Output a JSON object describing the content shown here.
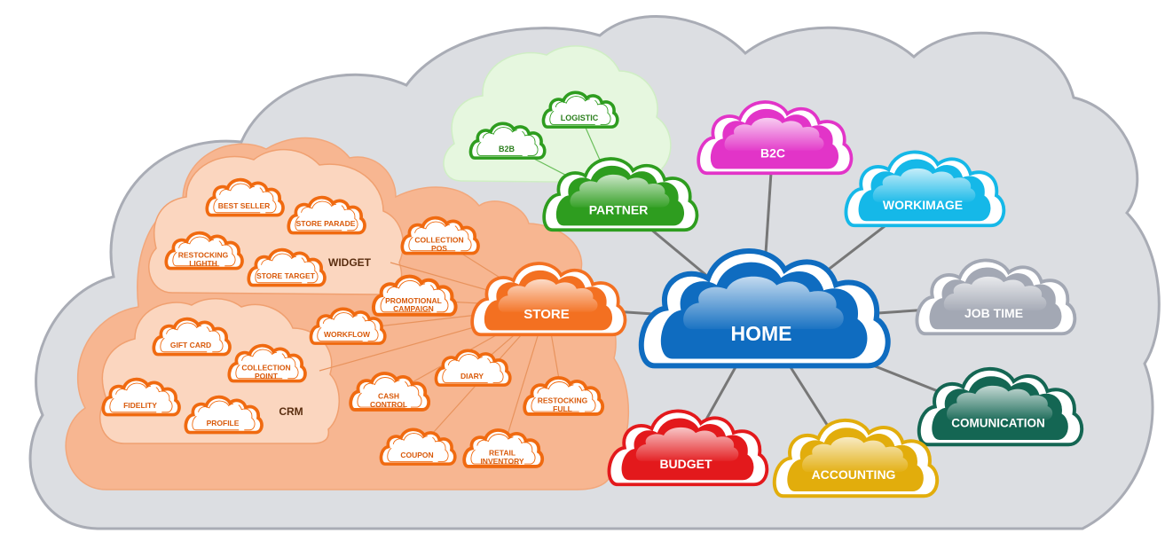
{
  "diagram": {
    "nodes": {
      "home": {
        "label": "HOME",
        "color": "#0f6cc0"
      },
      "store": {
        "label": "STORE",
        "color": "#f37021"
      },
      "partner": {
        "label": "PARTNER",
        "color": "#2e9d1f"
      },
      "b2c": {
        "label": "B2C",
        "color": "#e234c8"
      },
      "workimage": {
        "label": "WORKIMAGE",
        "color": "#15b8e8"
      },
      "job_time": {
        "label": "JOB TIME",
        "color": "#a3a8b4"
      },
      "comunication": {
        "label": "COMUNICATION",
        "color": "#146653"
      },
      "accounting": {
        "label": "ACCOUNTING",
        "color": "#e2ad0c"
      },
      "budget": {
        "label": "BUDGET",
        "color": "#e3191c"
      },
      "logistic": {
        "label": "LOGISTIC"
      },
      "b2b": {
        "label": "B2B"
      },
      "best_seller": {
        "label": "BEST SELLER"
      },
      "store_parade": {
        "label": "STORE PARADE"
      },
      "restocking_lighth": {
        "label": "RESTOCKING LIGHTH",
        "lines": [
          "RESTOCKING",
          "LIGHTH"
        ]
      },
      "store_target": {
        "label": "STORE TARGET"
      },
      "collection_pos": {
        "label": "COLLECTION POS",
        "lines": [
          "COLLECTION",
          "POS"
        ]
      },
      "promotional_campaign": {
        "label": "PROMOTIONAL CAMPAIGN",
        "lines": [
          "PROMOTIONAL",
          "CAMPAIGN"
        ]
      },
      "workflow": {
        "label": "WORKFLOW"
      },
      "gift_card": {
        "label": "GIFT CARD"
      },
      "collection_point": {
        "label": "COLLECTION POINT",
        "lines": [
          "COLLECTION",
          "POINT"
        ]
      },
      "fidelity": {
        "label": "FIDELITY"
      },
      "profile": {
        "label": "PROFILE"
      },
      "cash_control": {
        "label": "CASH CONTROL",
        "lines": [
          "CASH",
          "CONTROL"
        ]
      },
      "diary": {
        "label": "DIARY"
      },
      "restocking_full": {
        "label": "RESTOCKING FULL",
        "lines": [
          "RESTOCKING",
          "FULL"
        ]
      },
      "coupon": {
        "label": "COUPON"
      },
      "retail_inventory": {
        "label": "RETAIL INVENTORY",
        "lines": [
          "RETAIL",
          "INVENTORY"
        ]
      }
    },
    "groups": {
      "widget": {
        "label": "WIDGET"
      },
      "crm": {
        "label": "CRM"
      }
    },
    "colors": {
      "background_cloud": "#dcdee2",
      "background_cloud_outline": "#a9acb5",
      "store_group_fill": "#f7b691",
      "sub_group_fill": "#fbd6bf",
      "partner_group_fill": "#e6f7df",
      "connector": "#777777",
      "store_accent": "#f06a10",
      "partner_accent": "#2e9d1f"
    }
  }
}
